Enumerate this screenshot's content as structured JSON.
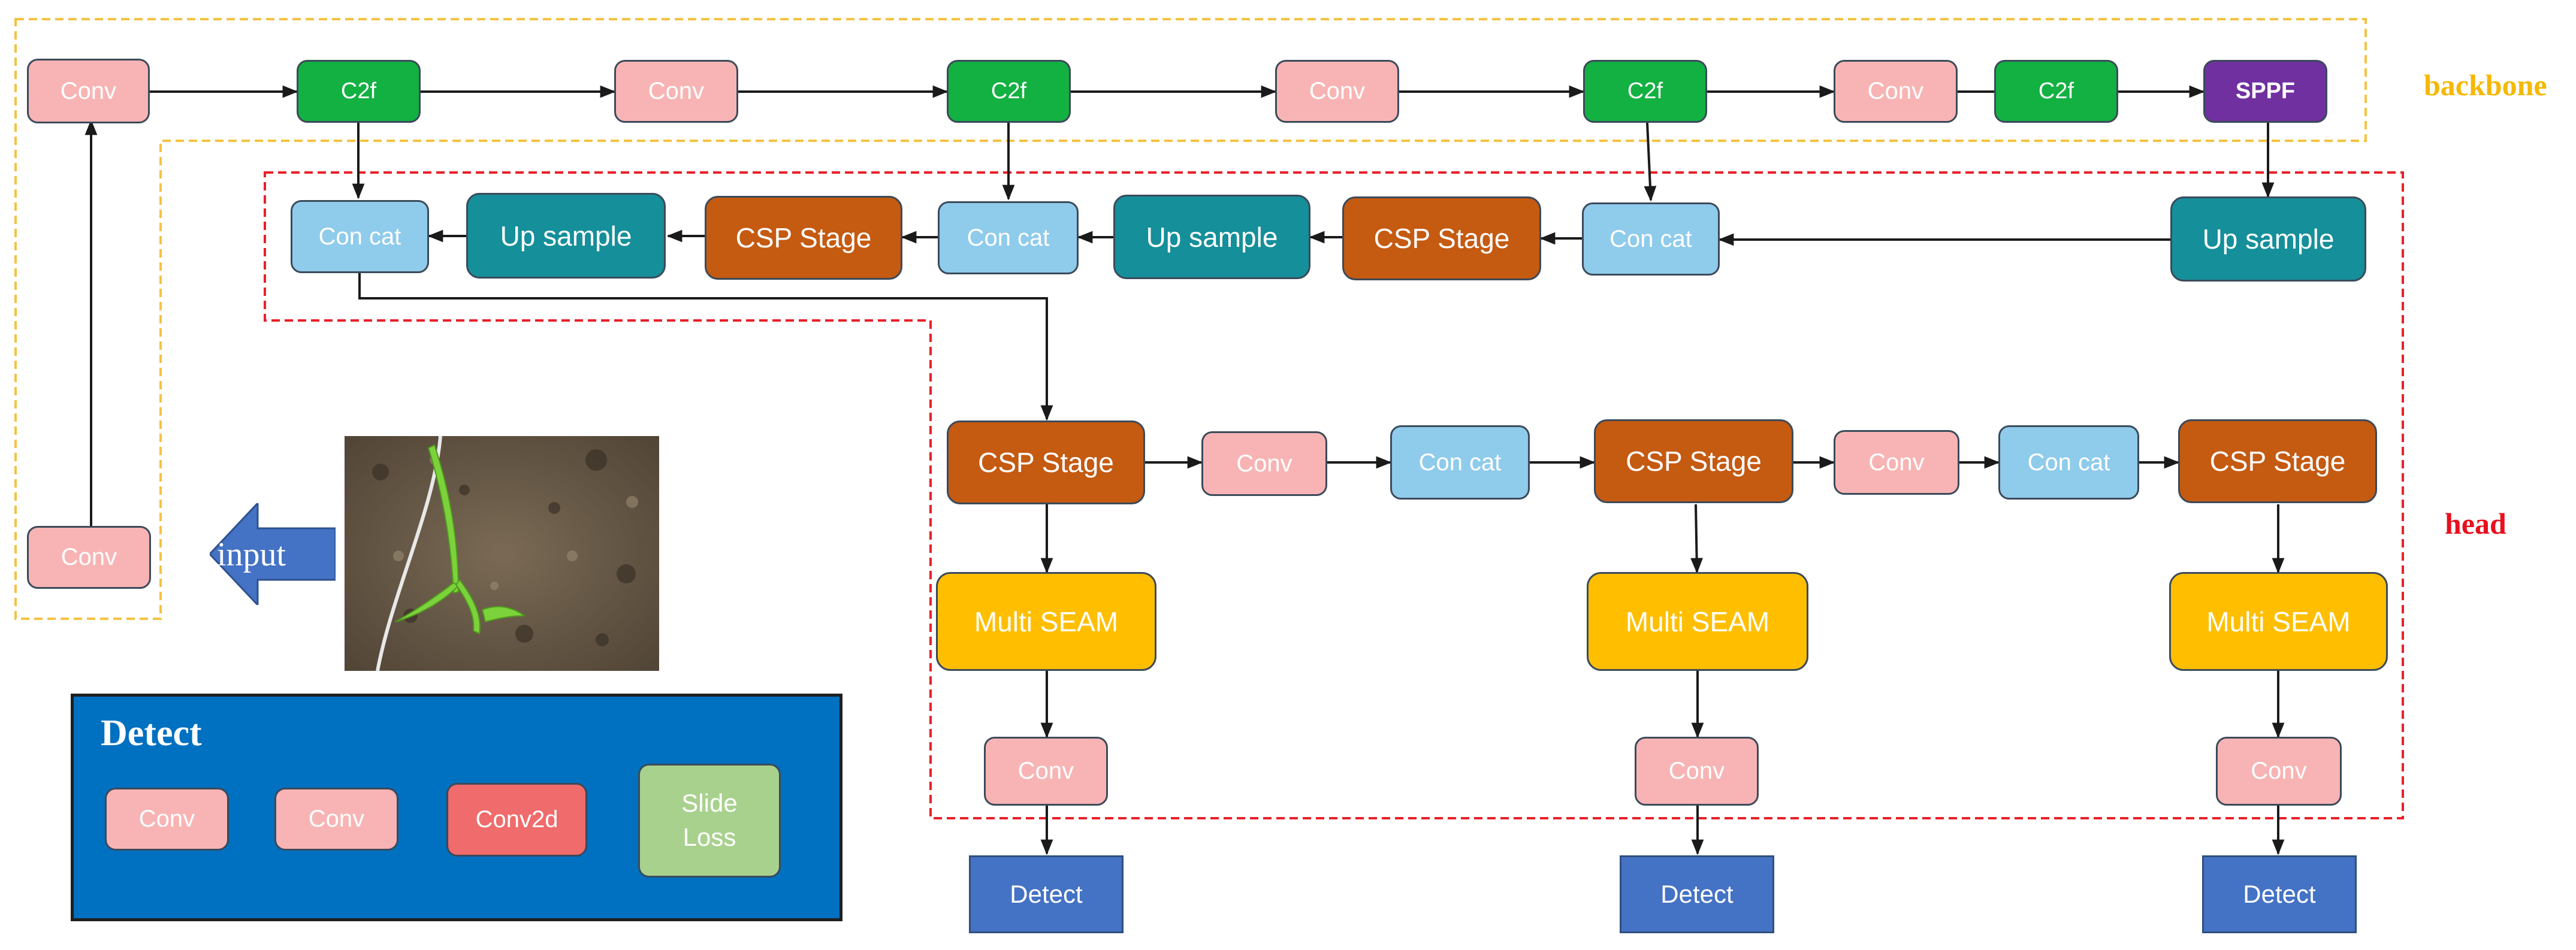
{
  "sections": {
    "backbone": "backbone",
    "head": "head",
    "detect_panel_title": "Detect",
    "input": "input"
  },
  "colors": {
    "backbone_border": "#f5c242",
    "head_border": "#e8212b",
    "backbone_label": "#f5b800",
    "head_label": "#e8101e"
  },
  "backbone": {
    "row": [
      {
        "kind": "conv",
        "label": "Conv"
      },
      {
        "kind": "c2f",
        "label": "C2f"
      },
      {
        "kind": "conv",
        "label": "Conv"
      },
      {
        "kind": "c2f",
        "label": "C2f"
      },
      {
        "kind": "conv",
        "label": "Conv"
      },
      {
        "kind": "c2f",
        "label": "C2f"
      },
      {
        "kind": "conv",
        "label": "Conv"
      },
      {
        "kind": "c2f",
        "label": "C2f"
      },
      {
        "kind": "sppf",
        "label": "SPPF"
      }
    ],
    "stem_conv": "Conv"
  },
  "neck": {
    "row": [
      {
        "kind": "concat",
        "label": "Con cat"
      },
      {
        "kind": "upsample",
        "label": "Up sample"
      },
      {
        "kind": "csp",
        "label": "CSP Stage"
      },
      {
        "kind": "concat",
        "label": "Con cat"
      },
      {
        "kind": "upsample",
        "label": "Up sample"
      },
      {
        "kind": "csp",
        "label": "CSP Stage"
      },
      {
        "kind": "concat",
        "label": "Con cat"
      },
      {
        "kind": "upsample",
        "label": "Up sample"
      }
    ]
  },
  "head": {
    "row": [
      {
        "kind": "csp",
        "label": "CSP Stage"
      },
      {
        "kind": "conv",
        "label": "Conv"
      },
      {
        "kind": "concat",
        "label": "Con cat"
      },
      {
        "kind": "csp",
        "label": "CSP Stage"
      },
      {
        "kind": "conv",
        "label": "Conv"
      },
      {
        "kind": "concat",
        "label": "Con cat"
      },
      {
        "kind": "csp",
        "label": "CSP Stage"
      }
    ],
    "branches": [
      {
        "seam": "Multi SEAM",
        "conv": "Conv",
        "detect": "Detect"
      },
      {
        "seam": "Multi SEAM",
        "conv": "Conv",
        "detect": "Detect"
      },
      {
        "seam": "Multi SEAM",
        "conv": "Conv",
        "detect": "Detect"
      }
    ]
  },
  "detect_module": {
    "steps": [
      "Conv",
      "Conv",
      "Conv2d"
    ],
    "loss_line1": "Slide",
    "loss_line2": "Loss"
  },
  "photo": {
    "description_icon": "corn-seedling-photo-icon"
  }
}
